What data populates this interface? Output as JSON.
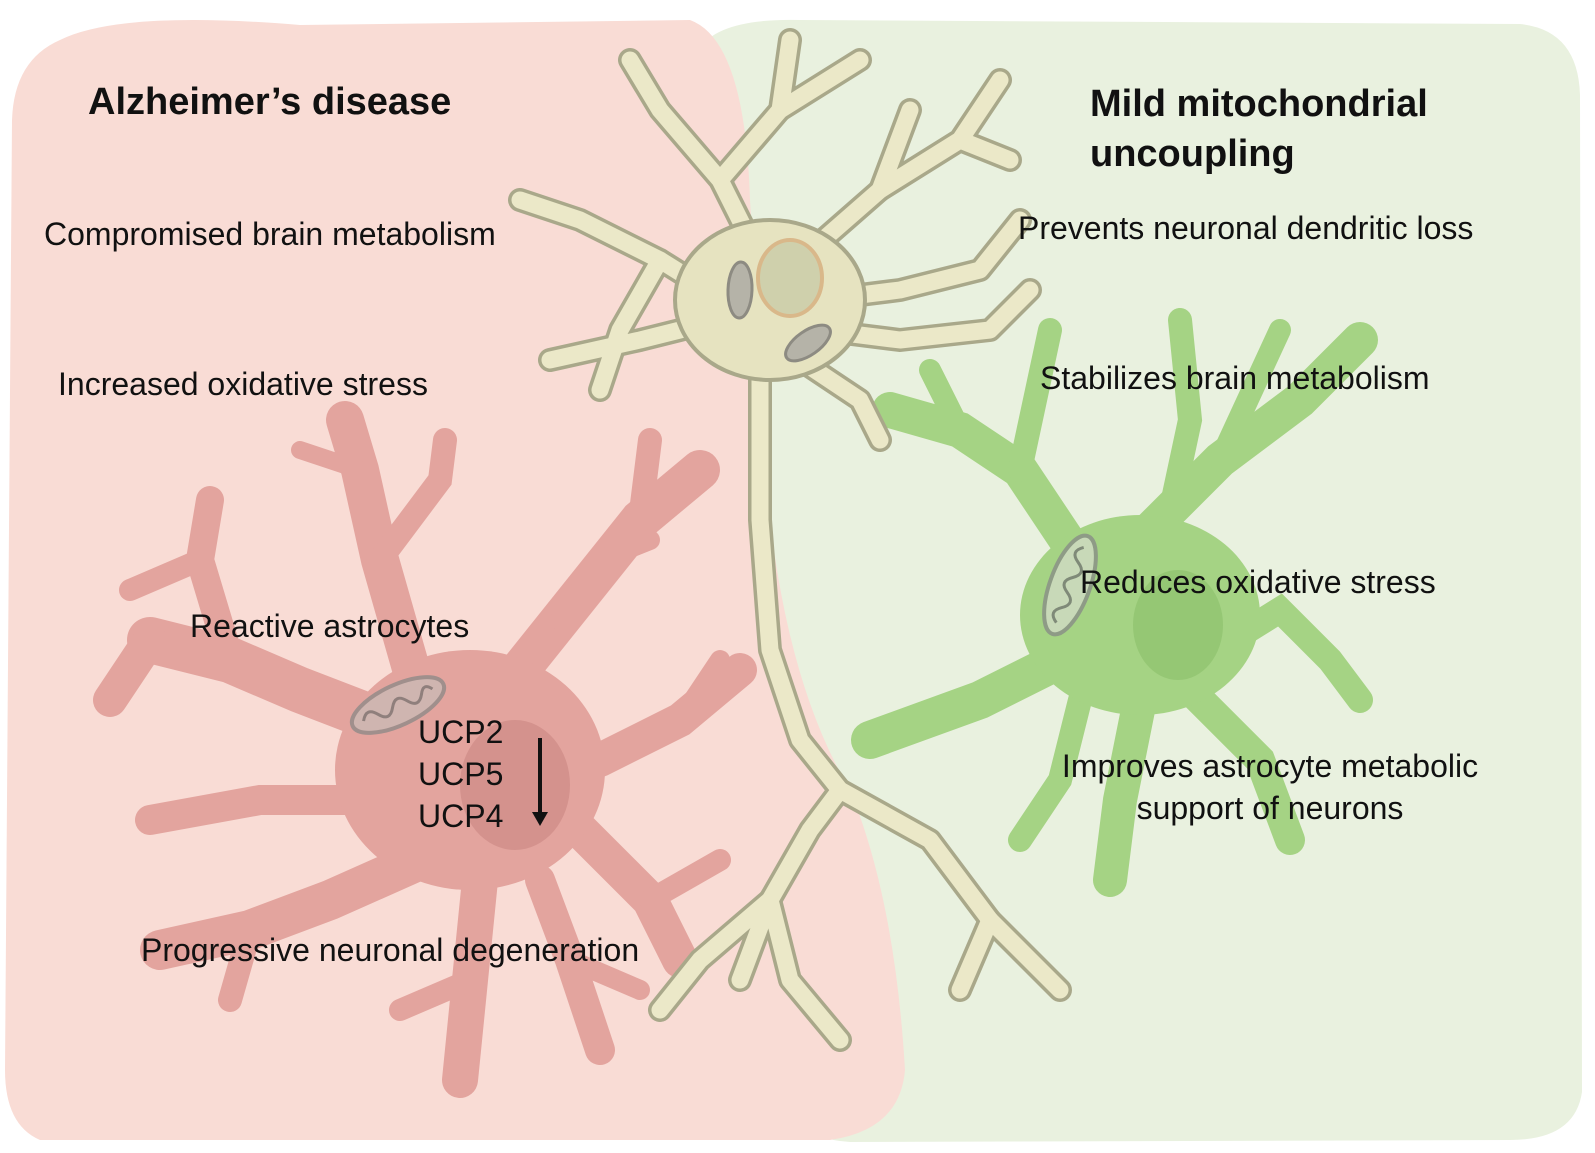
{
  "colors": {
    "left_panel": "#f9dcd5",
    "right_panel": "#e9f1df",
    "astrocyte_reactive": "#e5a9a3",
    "astrocyte_healthy": "#a8d68a",
    "neuron": "#ebe8c8",
    "neuron_outline": "#a9a88a",
    "mitochondrion": "#9a9a9a",
    "text": "#111111"
  },
  "left": {
    "title": "Alzheimer’s disease",
    "items": [
      "Compromised brain metabolism",
      "Increased oxidative stress",
      "Reactive astrocytes",
      "Progressive neuronal degeneration"
    ],
    "ucp": [
      "UCP2",
      "UCP5",
      "UCP4"
    ],
    "ucp_trend": "down-arrow"
  },
  "right": {
    "title_line1": "Mild mitochondrial",
    "title_line2": "uncoupling",
    "items": [
      "Prevents neuronal dendritic loss",
      "Stabilizes brain metabolism",
      "Reduces oxidative stress"
    ],
    "support_line1": "Improves astrocyte metabolic",
    "support_line2": "support of neurons"
  }
}
